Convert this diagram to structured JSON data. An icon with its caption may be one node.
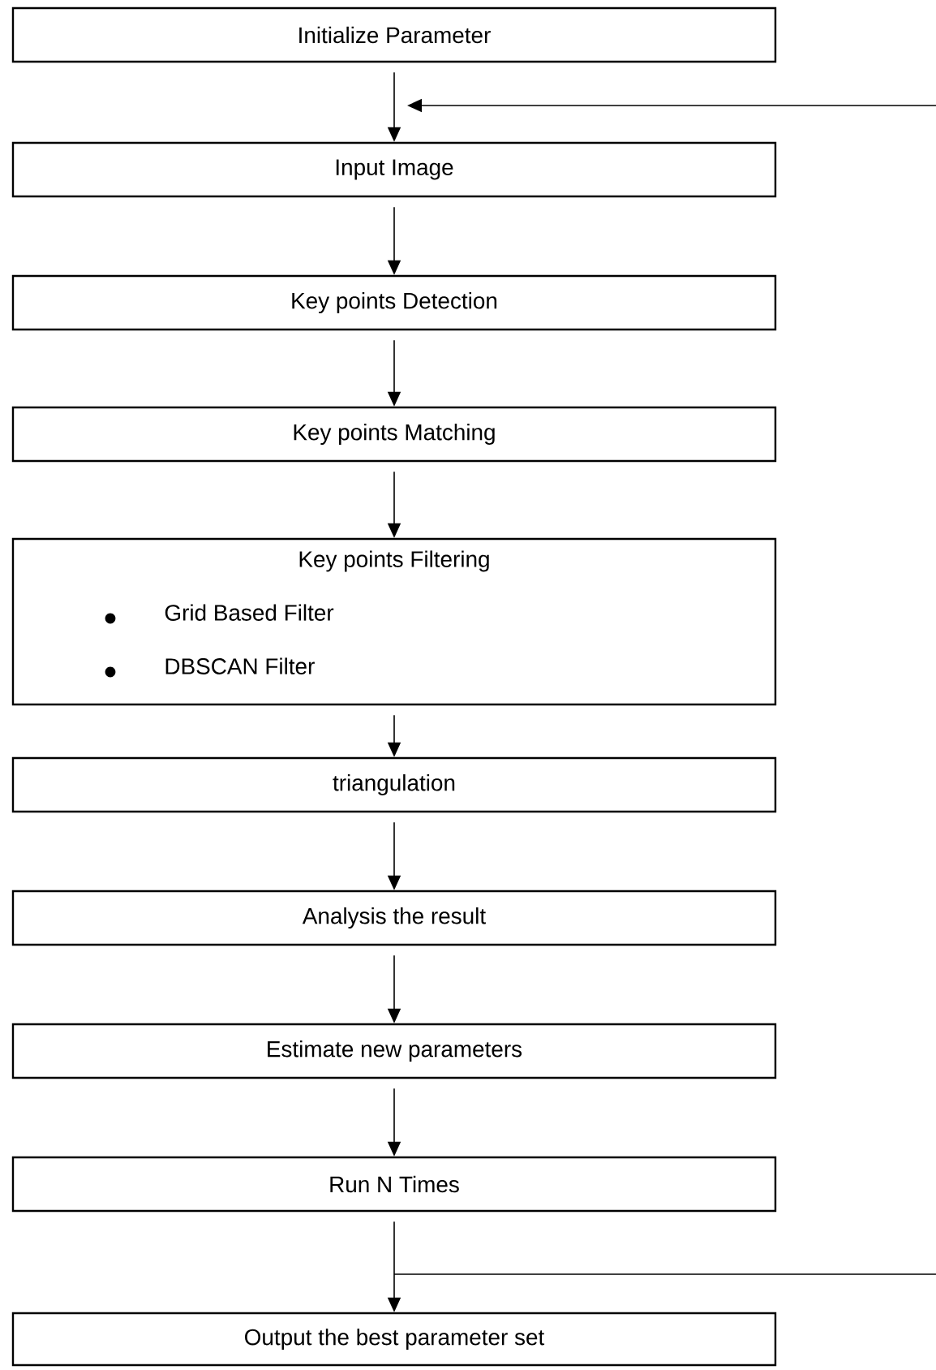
{
  "diagram": {
    "nodes": [
      {
        "text": [
          "Initialize Parameter"
        ]
      },
      {
        "text": [
          "Input Image"
        ]
      },
      {
        "text": [
          "Key points Detection"
        ]
      },
      {
        "text": [
          "Key points Matching"
        ]
      },
      {
        "text": [
          "Key points Filtering",
          "Grid Based Filter",
          "DBSCAN Filter"
        ]
      },
      {
        "text": [
          "triangulation"
        ]
      },
      {
        "text": [
          "Analysis the result"
        ]
      },
      {
        "text": [
          "Estimate new parameters"
        ]
      },
      {
        "text": [
          "Run N Times"
        ]
      },
      {
        "text": [
          "Output the best parameter set"
        ]
      }
    ],
    "edges": [
      {
        "from": 0,
        "to": 1,
        "arrow": "to"
      },
      {
        "from": 1,
        "to": 2,
        "arrow": "to"
      },
      {
        "from": 2,
        "to": 3,
        "arrow": "to"
      },
      {
        "from": 3,
        "to": 4,
        "arrow": "to"
      },
      {
        "from": 4,
        "to": 5,
        "arrow": "to"
      },
      {
        "from": 5,
        "to": 6,
        "arrow": "to"
      },
      {
        "from": 6,
        "to": 7,
        "arrow": "to"
      },
      {
        "from": 7,
        "to": 8,
        "arrow": "to"
      },
      {
        "from": 8,
        "to": 9,
        "arrow": "to"
      },
      {
        "from": null,
        "to": 1,
        "arrow": "to"
      },
      {
        "from": 8,
        "to": null,
        "arrow": "none"
      }
    ]
  }
}
